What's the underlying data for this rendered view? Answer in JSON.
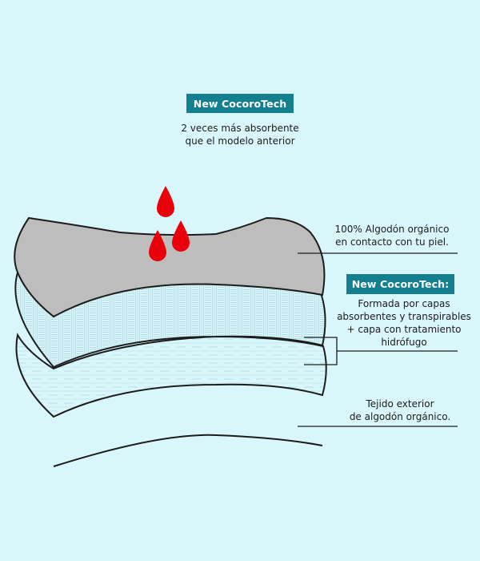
{
  "top_callout": {
    "badge": "New CocoroTech",
    "lines": [
      "2 veces más absorbente",
      "que el modelo anterior"
    ]
  },
  "callouts": [
    {
      "id": "top-layer",
      "lines": [
        "100% Algodón orgánico",
        "en contacto con tu piel."
      ]
    },
    {
      "id": "middle-layers",
      "badge": "New CocoroTech:",
      "lines": [
        "Formada por capas",
        "absorbentes y transpirables",
        "+ capa con tratamiento",
        "hidrófugo"
      ]
    },
    {
      "id": "bottom-layer",
      "lines": [
        "Tejido exterior",
        "de algodón orgánico."
      ]
    }
  ],
  "diagram": {
    "layers": [
      {
        "name": "top-layer",
        "fill": "#bdbdbd",
        "material": "organic cotton"
      },
      {
        "name": "absorbent-layer",
        "fill": "#d9f6fb",
        "pattern": "basketweave"
      },
      {
        "name": "hydrophobic-layer",
        "fill": "#d9f6fb",
        "pattern": "dashed-lines"
      },
      {
        "name": "exterior-layer",
        "fill": "none"
      }
    ],
    "drops_color": "#e8000b",
    "drops_count": 3
  },
  "colors": {
    "background": "#d9f6fb",
    "badge": "#137f8f",
    "badge_text": "#ffffff",
    "outline": "#1c1c1c"
  }
}
